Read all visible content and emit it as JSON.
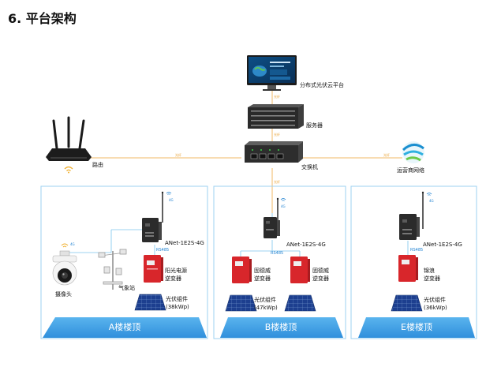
{
  "heading": "6. 平台架构",
  "top": {
    "platform_label": "分布式光伏云平台",
    "server_label": "服务器",
    "switch_label": "交换机",
    "router_label": "路由",
    "operator_label": "运营商网络",
    "link_label": "光纤"
  },
  "zones": {
    "a": {
      "roof_label": "A楼楼顶",
      "gateway_label": "ANet-1E2S-4G",
      "rs485_label": "RS485",
      "inverter_label_1": "阳光电源",
      "inverter_label_2": "逆变器",
      "pv_label_1": "光伏组件",
      "pv_label_2": "(38kWp)",
      "camera_label": "摄像头",
      "weather_label": "气象站"
    },
    "b": {
      "roof_label": "B楼楼顶",
      "gateway_label": "ANet-1E2S-4G",
      "rs485_label": "RS485",
      "inverter_label_1": "固德威",
      "inverter_label_2": "逆变器",
      "inverter2_label_1": "固德威",
      "inverter2_label_2": "逆变器",
      "pv_label_1": "光伏组件",
      "pv_label_2": "(47kWp)"
    },
    "e": {
      "roof_label": "E楼楼顶",
      "gateway_label": "ANet-1E2S-4G",
      "rs485_label": "RS485",
      "inverter_label_1": "锦浪",
      "inverter_label_2": "逆变器",
      "pv_label_1": "光伏组件",
      "pv_label_2": "(36kWp)"
    }
  },
  "signal_label": "4G",
  "colors": {
    "fiber": "#f2b866",
    "zone_border": "#9dd2f2",
    "roof_band": "#3fa0e6",
    "inverter": "#d8262b",
    "panel": "#1d3f8f",
    "gateway": "#2b2b2b",
    "lan": "#7cc4ec"
  }
}
